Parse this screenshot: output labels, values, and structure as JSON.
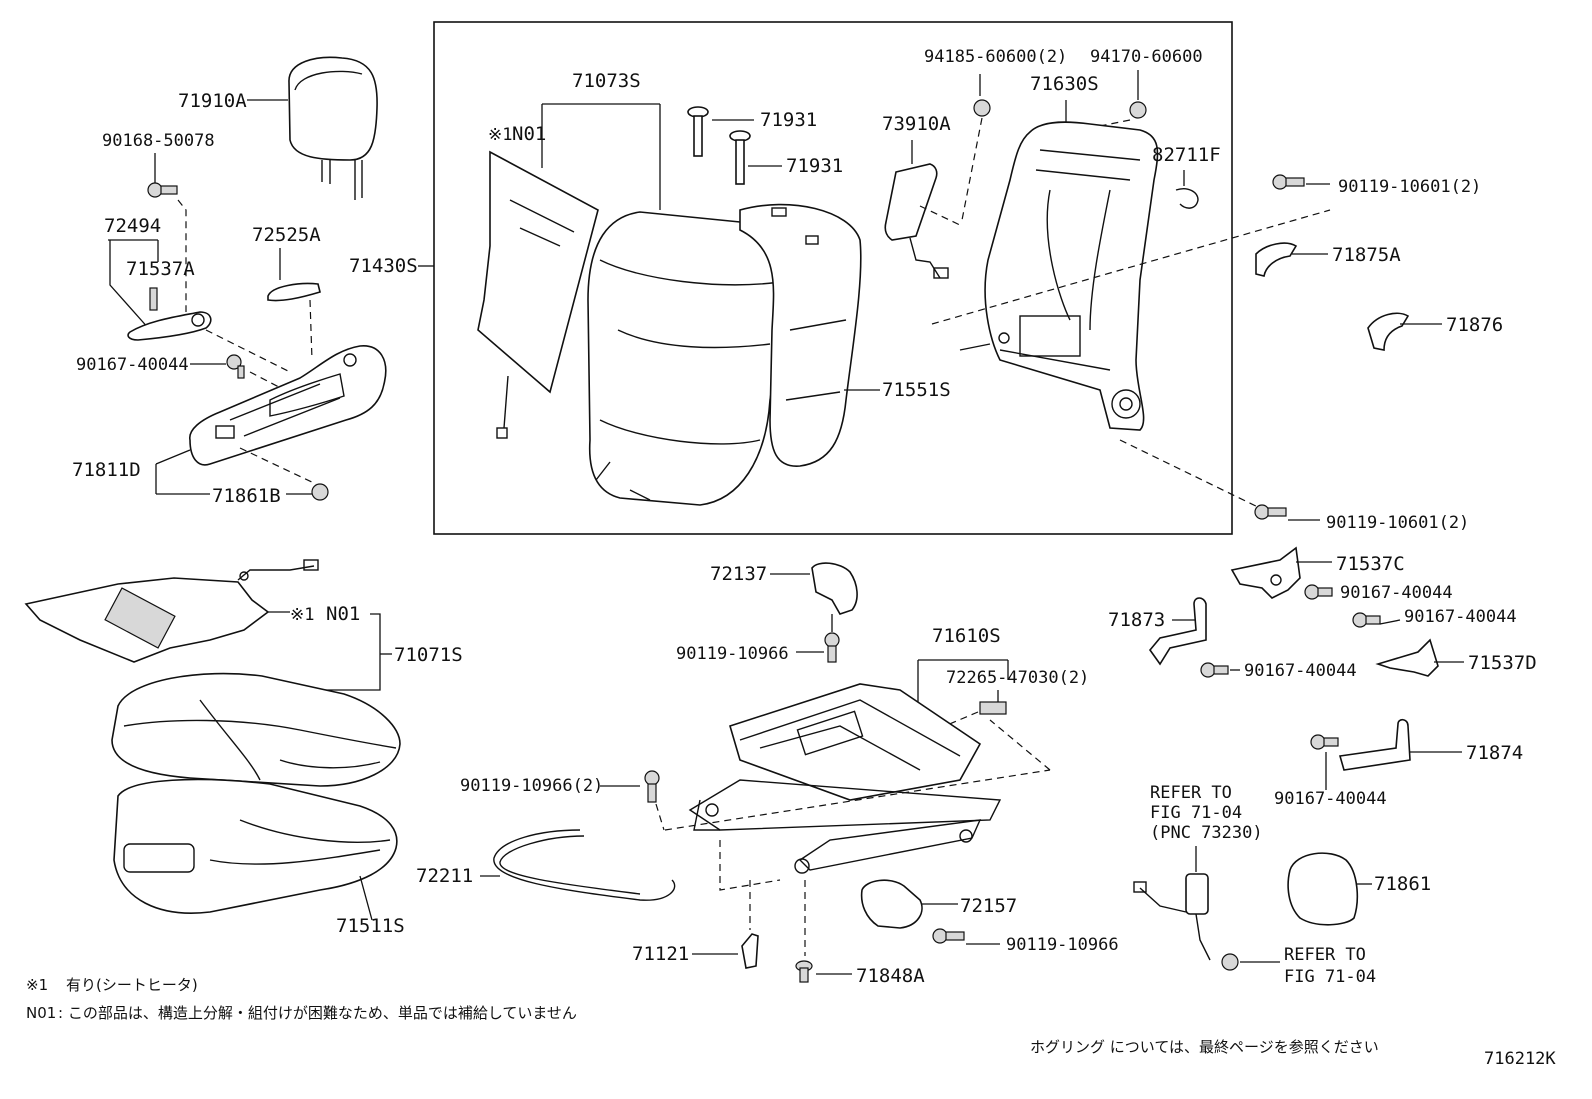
{
  "labels": {
    "p71910A": "71910A",
    "p90168_50078": "90168-50078",
    "p72494": "72494",
    "p71537A": "71537A",
    "p72525A": "72525A",
    "p90167_40044_a": "90167-40044",
    "p71811D": "71811D",
    "p71861B": "71861B",
    "p71430S": "71430S",
    "p71073S": "71073S",
    "p71931_a": "71931",
    "p71931_b": "71931",
    "p73910A": "73910A",
    "p94185": "94185-60600(2)",
    "p94170": "94170-60600",
    "p71630S": "71630S",
    "p82711F": "82711F",
    "p90119_10601_a": "90119-10601(2)",
    "p71875A": "71875A",
    "p71876": "71876",
    "p71551S": "71551S",
    "p90119_10601_b": "90119-10601(2)",
    "p71537C": "71537C",
    "p90167_40044_b": "90167-40044",
    "p90167_40044_c": "90167-40044",
    "p71873": "71873",
    "p90167_40044_d": "90167-40044",
    "p71537D": "71537D",
    "p71874": "71874",
    "p90167_40044_e": "90167-40044",
    "p71861": "71861",
    "p72137": "72137",
    "p90119_10966_a": "90119-10966",
    "p71610S": "71610S",
    "p72265": "72265-47030(2)",
    "p90119_10966_b": "90119-10966(2)",
    "p72211": "72211",
    "p72157": "72157",
    "p90119_10966_c": "90119-10966",
    "p71121": "71121",
    "p71848A": "71848A",
    "p71071S": "71071S",
    "p71511S": "71511S",
    "n01_top": "N01",
    "n01_bottom": "N01",
    "mark_top": "※1",
    "mark_bottom": "※1"
  },
  "refer_seatbelt": [
    "REFER TO",
    "FIG 71-04",
    "(PNC 73230)"
  ],
  "refer_bottom": [
    "REFER TO",
    "FIG 71-04"
  ],
  "notes": {
    "mark": "※1",
    "mark_text": "有り(シートヒータ)",
    "n01_key": "N01",
    "n01_text": ": この部品は、構造上分解・組付けが困難なため、単品では補給していません",
    "hogring": "ホグリング については、最終ページを参照ください",
    "figure_id": "716212K"
  }
}
